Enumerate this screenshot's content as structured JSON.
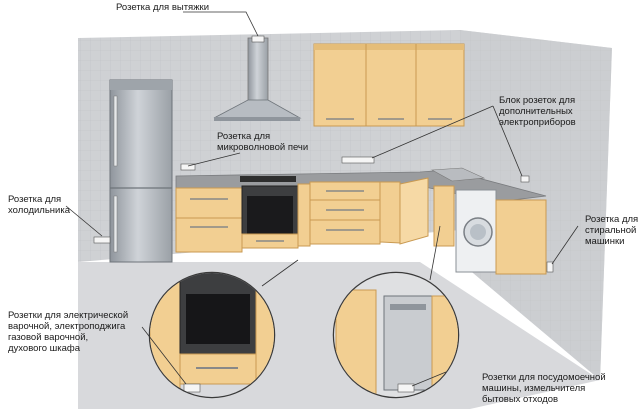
{
  "labels": {
    "hood_socket": "Розетка для вытяжки",
    "microwave_socket": "Розетка для\nмикроволновой печи",
    "extra_block": "Блок розеток для\nдополнительных\nэлектроприборов",
    "fridge_socket": "Розетка для\nхолодильника",
    "washer_socket": "Розетка для\nстиральной\nмашинки",
    "hob_oven_sockets": "Розетки для электрической\nварочной, электроподжига\nгазовой варочной,\nдухового шкафа",
    "dishwasher_sockets": "Розетки для посудомоечной\nмашины, измельчителя\nбытовых отходов"
  },
  "colors": {
    "wall": "#cfd1d4",
    "floor": "#d9dadd",
    "cabinet": "#f2cf92",
    "cabinet_edge": "#c99a52",
    "countertop": "#9a9c9f",
    "steel": "#b7bcc2",
    "socket": "#f5f5f5"
  }
}
